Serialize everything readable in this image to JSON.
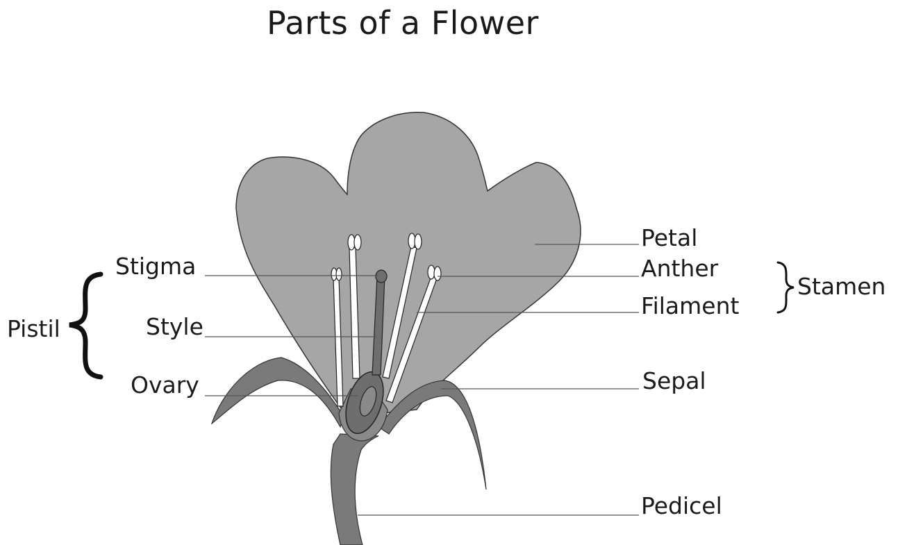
{
  "diagram": {
    "title": "Parts of a Flower",
    "labels": {
      "petal": "Petal",
      "anther": "Anther",
      "filament": "Filament",
      "sepal": "Sepal",
      "pedicel": "Pedicel",
      "stigma": "Stigma",
      "style": "Style",
      "ovary": "Ovary",
      "pistil": "Pistil",
      "stamen": "Stamen"
    },
    "colors": {
      "petal_fill": "#a6a6a6",
      "sepal_fill": "#7a7a7a",
      "pistil_fill": "#6e6e6e",
      "outline": "#333333",
      "leader_line": "#555555",
      "background": "#ffffff"
    }
  }
}
